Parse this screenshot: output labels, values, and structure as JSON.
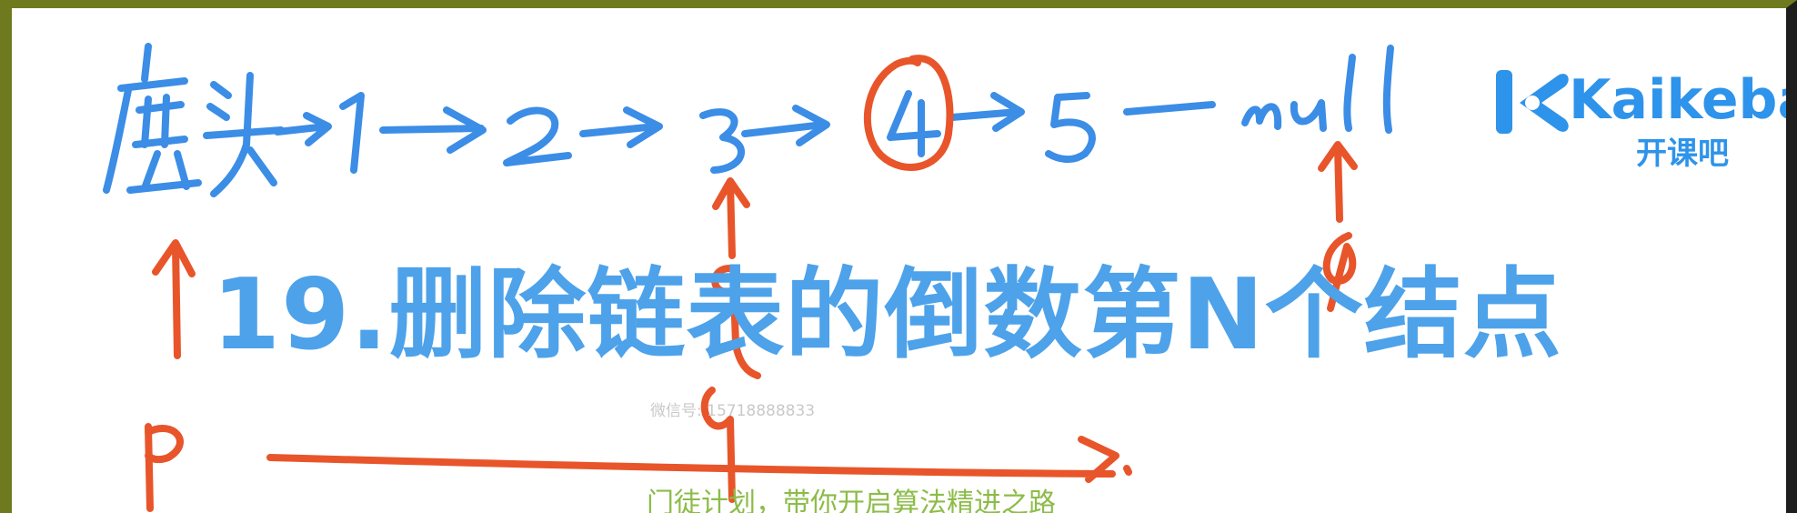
{
  "title": "19.删除链表的倒数第N个结点",
  "watermark": "微信号: 15718888833",
  "slogan": "门徒计划，带你开启算法精进之路",
  "logo": {
    "word": "Kaikeba",
    "sub": "开课吧"
  },
  "colors": {
    "title": "#4da2ea",
    "blue_ink": "#3b8de6",
    "orange_ink": "#e8552a",
    "slogan": "#8cbc48",
    "logo": "#2e93ea",
    "frame": "#6f7a1e"
  }
}
